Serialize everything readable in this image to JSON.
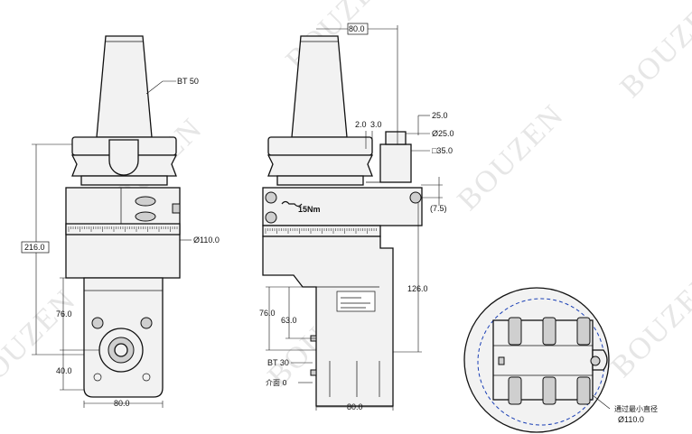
{
  "watermark": "BOUZEN",
  "front_view": {
    "taper_label": "BT 50",
    "height_total": "216.0",
    "diameter": "Ø110.0",
    "height_76": "76.0",
    "height_40": "40.0",
    "width_80": "80.0"
  },
  "side_view": {
    "top_width": "80.0",
    "dim_2": "2.0",
    "dim_3": "3.0",
    "dim_25": "25.0",
    "dia_25": "Ø25.0",
    "sq_35": "□35.0",
    "torque": "15Nm",
    "dim_7_5": "(7.5)",
    "height_126": "126.0",
    "height_76": "76.0",
    "height_63": "63.0",
    "spindle_label": "BT 30",
    "interface_label": "介面 0",
    "bottom_width": "80.0"
  },
  "top_view": {
    "min_dia_label": "通过最小直径",
    "min_dia_value": "Ø110.0"
  }
}
